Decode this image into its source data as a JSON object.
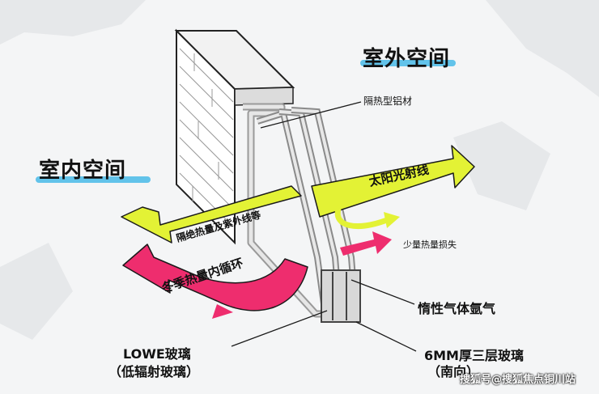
{
  "diagram": {
    "outdoor_label": "室外空间",
    "indoor_label": "室内空间",
    "frame_label": "隔热型铝材",
    "sun_arrow_label": "太阳光射线",
    "block_arrow_label": "隔绝热量及紫外线等",
    "loop_arrow_label": "冬季热量内循环",
    "loss_label": "少量热量损失",
    "gas_label": "惰性气体氩气",
    "lowe_label_line1": "LOWE玻璃",
    "lowe_label_line2": "（低辐射玻璃）",
    "glass_label_line1": "6MM厚三层玻璃",
    "glass_label_line2": "（南向）",
    "watermark": "搜狐号@搜狐焦点铜川站"
  },
  "colors": {
    "yellow_arrow": "#e3f235",
    "pink_arrow": "#ee2d6e",
    "accent_blue": "#62c3ea",
    "frame_gray": "#c9c9c9",
    "wall_face": "#ffffff"
  }
}
